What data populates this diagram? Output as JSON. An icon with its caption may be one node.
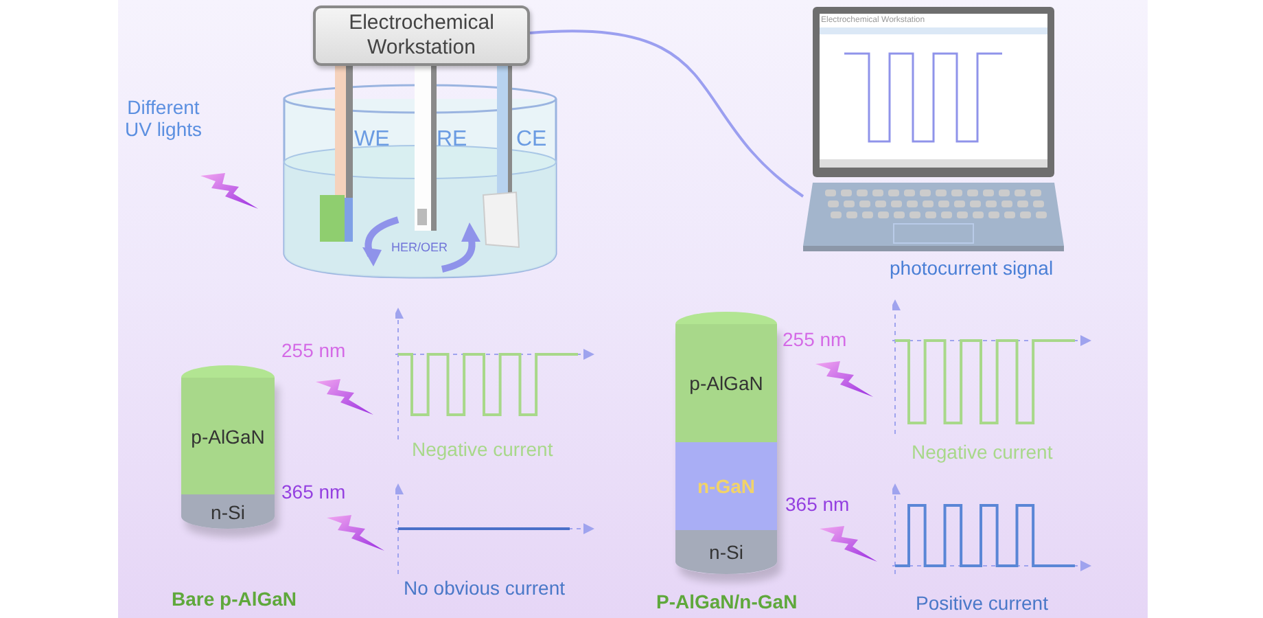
{
  "diagram": {
    "nodes": [
      {
        "text": [
          "Electrochemical Workstation"
        ]
      },
      {
        "text": [],
        "shape": "picture",
        "beside": [
          "photocurrent signal"
        ]
      },
      {
        "text": [
          "p-AlGaN",
          "n-Si"
        ],
        "beside": [
          "Bare p-AlGaN"
        ]
      },
      {
        "text": [
          "p-AlGaN",
          "n-GaN",
          "n-Si"
        ],
        "beside": [
          "P-AlGaN/n-GaN"
        ]
      }
    ],
    "edges": [
      {
        "from": 0,
        "to": 1,
        "arrow": "none"
      }
    ],
    "labels": [
      "Different UV lights",
      "WE",
      "RE",
      "CE",
      "HER/OER",
      "Electrochemical Workstation",
      "255 nm",
      "Negative current",
      "365 nm",
      "No obvious current",
      "255 nm",
      "Negative current",
      "365 nm",
      "Positive current"
    ]
  }
}
